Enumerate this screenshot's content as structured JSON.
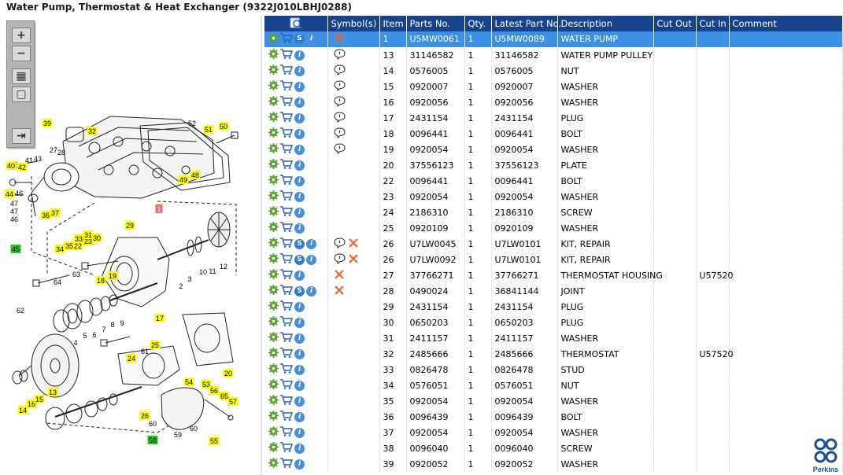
{
  "page": {
    "title": "Water Pump, Thermostat & Heat Exchanger (9322J010LBHJ0288)"
  },
  "toolbar": {
    "zoom_in_glyph": "+",
    "zoom_out_glyph": "−",
    "fit_glyph": "▦",
    "actual_glyph": "▢",
    "export_glyph": "⇥"
  },
  "diagram": {
    "callouts_yellow": [
      "39",
      "32",
      "52",
      "51",
      "50",
      "27",
      "28",
      "41",
      "43",
      "40",
      "42",
      "48",
      "49",
      "44",
      "46",
      "47",
      "47",
      "46",
      "37",
      "36",
      "29",
      "33",
      "23",
      "34",
      "35",
      "22",
      "31",
      "30",
      "1",
      "63",
      "18",
      "19",
      "64",
      "3",
      "10",
      "11",
      "12",
      "62",
      "9",
      "8",
      "7",
      "6",
      "5",
      "4",
      "2",
      "17",
      "61",
      "25",
      "24",
      "20",
      "13",
      "14",
      "16",
      "15",
      "54",
      "53",
      "56",
      "65",
      "57",
      "26",
      "60",
      "60",
      "59",
      "55"
    ],
    "callouts_green": [
      "45",
      "58"
    ],
    "callout_red": "1"
  },
  "grid": {
    "columns": [
      "Symbol(s)",
      "Item",
      "Parts No.",
      "Qty.",
      "Latest Part No.",
      "Description",
      "Cut Out",
      "Cut In",
      "Comment"
    ],
    "rows": [
      {
        "s": true,
        "sym": "x",
        "item": "1",
        "part": "U5MW0061",
        "qty": "1",
        "latest": "U5MW0089",
        "desc": "WATER PUMP",
        "cutout": "",
        "cutin": "",
        "comment": "",
        "selected": true
      },
      {
        "s": false,
        "sym": "b",
        "item": "13",
        "part": "31146582",
        "qty": "1",
        "latest": "31146582",
        "desc": "WATER PUMP PULLEY",
        "cutout": "",
        "cutin": "",
        "comment": ""
      },
      {
        "s": false,
        "sym": "b",
        "item": "14",
        "part": "0576005",
        "qty": "1",
        "latest": "0576005",
        "desc": "NUT",
        "cutout": "",
        "cutin": "",
        "comment": ""
      },
      {
        "s": false,
        "sym": "b",
        "item": "15",
        "part": "0920007",
        "qty": "1",
        "latest": "0920007",
        "desc": "WASHER",
        "cutout": "",
        "cutin": "",
        "comment": ""
      },
      {
        "s": false,
        "sym": "b",
        "item": "16",
        "part": "0920056",
        "qty": "1",
        "latest": "0920056",
        "desc": "WASHER",
        "cutout": "",
        "cutin": "",
        "comment": ""
      },
      {
        "s": false,
        "sym": "b",
        "item": "17",
        "part": "2431154",
        "qty": "1",
        "latest": "2431154",
        "desc": "PLUG",
        "cutout": "",
        "cutin": "",
        "comment": ""
      },
      {
        "s": false,
        "sym": "b",
        "item": "18",
        "part": "0096441",
        "qty": "1",
        "latest": "0096441",
        "desc": "BOLT",
        "cutout": "",
        "cutin": "",
        "comment": ""
      },
      {
        "s": false,
        "sym": "b",
        "item": "19",
        "part": "0920054",
        "qty": "1",
        "latest": "0920054",
        "desc": "WASHER",
        "cutout": "",
        "cutin": "",
        "comment": ""
      },
      {
        "s": false,
        "sym": "",
        "item": "20",
        "part": "37556123",
        "qty": "1",
        "latest": "37556123",
        "desc": "PLATE",
        "cutout": "",
        "cutin": "",
        "comment": ""
      },
      {
        "s": false,
        "sym": "",
        "item": "22",
        "part": "0096441",
        "qty": "1",
        "latest": "0096441",
        "desc": "BOLT",
        "cutout": "",
        "cutin": "",
        "comment": ""
      },
      {
        "s": false,
        "sym": "",
        "item": "23",
        "part": "0920054",
        "qty": "1",
        "latest": "0920054",
        "desc": "WASHER",
        "cutout": "",
        "cutin": "",
        "comment": ""
      },
      {
        "s": false,
        "sym": "",
        "item": "24",
        "part": "2186310",
        "qty": "1",
        "latest": "2186310",
        "desc": "SCREW",
        "cutout": "",
        "cutin": "",
        "comment": ""
      },
      {
        "s": false,
        "sym": "",
        "item": "25",
        "part": "0920109",
        "qty": "1",
        "latest": "0920109",
        "desc": "WASHER",
        "cutout": "",
        "cutin": "",
        "comment": ""
      },
      {
        "s": true,
        "sym": "bx",
        "item": "26",
        "part": "U7LW0045",
        "qty": "1",
        "latest": "U7LW0101",
        "desc": "KIT, REPAIR",
        "cutout": "",
        "cutin": "",
        "comment": ""
      },
      {
        "s": true,
        "sym": "bx",
        "item": "26",
        "part": "U7LW0092",
        "qty": "1",
        "latest": "U7LW0101",
        "desc": "KIT, REPAIR",
        "cutout": "",
        "cutin": "",
        "comment": ""
      },
      {
        "s": false,
        "sym": "x",
        "item": "27",
        "part": "37766271",
        "qty": "1",
        "latest": "37766271",
        "desc": "THERMOSTAT HOUSING",
        "cutout": "",
        "cutin": "U57520",
        "comment": ""
      },
      {
        "s": true,
        "sym": "x",
        "item": "28",
        "part": "0490024",
        "qty": "1",
        "latest": "36841144",
        "desc": "JOINT",
        "cutout": "",
        "cutin": "",
        "comment": ""
      },
      {
        "s": false,
        "sym": "",
        "item": "29",
        "part": "2431154",
        "qty": "1",
        "latest": "2431154",
        "desc": "PLUG",
        "cutout": "",
        "cutin": "",
        "comment": ""
      },
      {
        "s": false,
        "sym": "",
        "item": "30",
        "part": "0650203",
        "qty": "1",
        "latest": "0650203",
        "desc": "PLUG",
        "cutout": "",
        "cutin": "",
        "comment": ""
      },
      {
        "s": false,
        "sym": "",
        "item": "31",
        "part": "2411157",
        "qty": "1",
        "latest": "2411157",
        "desc": "WASHER",
        "cutout": "",
        "cutin": "",
        "comment": ""
      },
      {
        "s": false,
        "sym": "",
        "item": "32",
        "part": "2485666",
        "qty": "1",
        "latest": "2485666",
        "desc": "THERMOSTAT",
        "cutout": "",
        "cutin": "U57520",
        "comment": ""
      },
      {
        "s": false,
        "sym": "",
        "item": "33",
        "part": "0826478",
        "qty": "1",
        "latest": "0826478",
        "desc": "STUD",
        "cutout": "",
        "cutin": "",
        "comment": ""
      },
      {
        "s": false,
        "sym": "",
        "item": "34",
        "part": "0576051",
        "qty": "1",
        "latest": "0576051",
        "desc": "NUT",
        "cutout": "",
        "cutin": "",
        "comment": ""
      },
      {
        "s": false,
        "sym": "",
        "item": "35",
        "part": "0920054",
        "qty": "1",
        "latest": "0920054",
        "desc": "WASHER",
        "cutout": "",
        "cutin": "",
        "comment": ""
      },
      {
        "s": false,
        "sym": "",
        "item": "36",
        "part": "0096439",
        "qty": "1",
        "latest": "0096439",
        "desc": "BOLT",
        "cutout": "",
        "cutin": "",
        "comment": ""
      },
      {
        "s": false,
        "sym": "",
        "item": "37",
        "part": "0920054",
        "qty": "1",
        "latest": "0920054",
        "desc": "WASHER",
        "cutout": "",
        "cutin": "",
        "comment": ""
      },
      {
        "s": false,
        "sym": "",
        "item": "38",
        "part": "0096040",
        "qty": "1",
        "latest": "0096040",
        "desc": "SCREW",
        "cutout": "",
        "cutin": "",
        "comment": ""
      },
      {
        "s": false,
        "sym": "",
        "item": "39",
        "part": "0920052",
        "qty": "1",
        "latest": "0920052",
        "desc": "WASHER",
        "cutout": "",
        "cutin": "",
        "comment": ""
      }
    ]
  },
  "logo": {
    "text": "Perkins"
  },
  "colors": {
    "header_bg": "#17438c",
    "selected_row": "#3c91e6",
    "callout_yellow": "#ffff00",
    "callout_green": "#22cc22",
    "x_mark": "#ff5a1f"
  }
}
